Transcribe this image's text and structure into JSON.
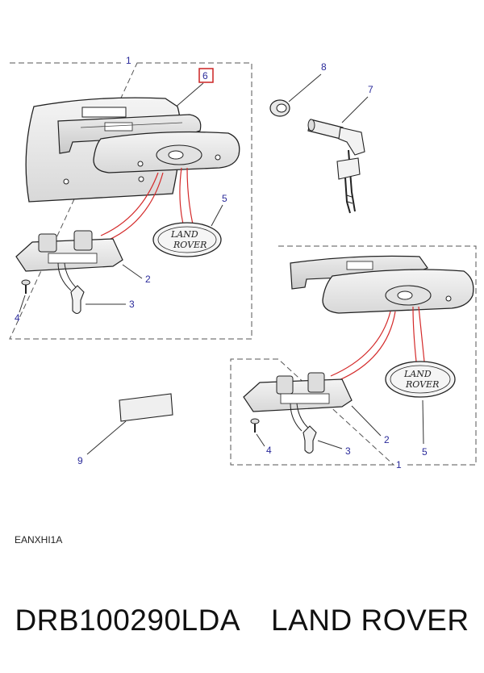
{
  "diagram": {
    "callouts": {
      "top_box": "1",
      "highlighted": "6",
      "grommet": "8",
      "lock_key": "7",
      "badge_top": "5",
      "switch_top": "2",
      "bulb_top": "3",
      "screw_top": "4",
      "badge_bottom": "5",
      "switch_bottom": "2",
      "bulb_bottom": "3",
      "screw_bottom": "4",
      "bottom_box": "1",
      "label_plate": "9"
    },
    "badge_text": {
      "line1": "LAND",
      "line2": "ROVER"
    },
    "colors": {
      "highlight": "#cc2222",
      "wire": "#d42a2a",
      "callout_text": "#2a2a9a",
      "line": "#333333"
    }
  },
  "reference_code": "EANXHI1A",
  "caption": {
    "part_number": "DRB100290LDA",
    "brand": "LAND ROVER"
  }
}
